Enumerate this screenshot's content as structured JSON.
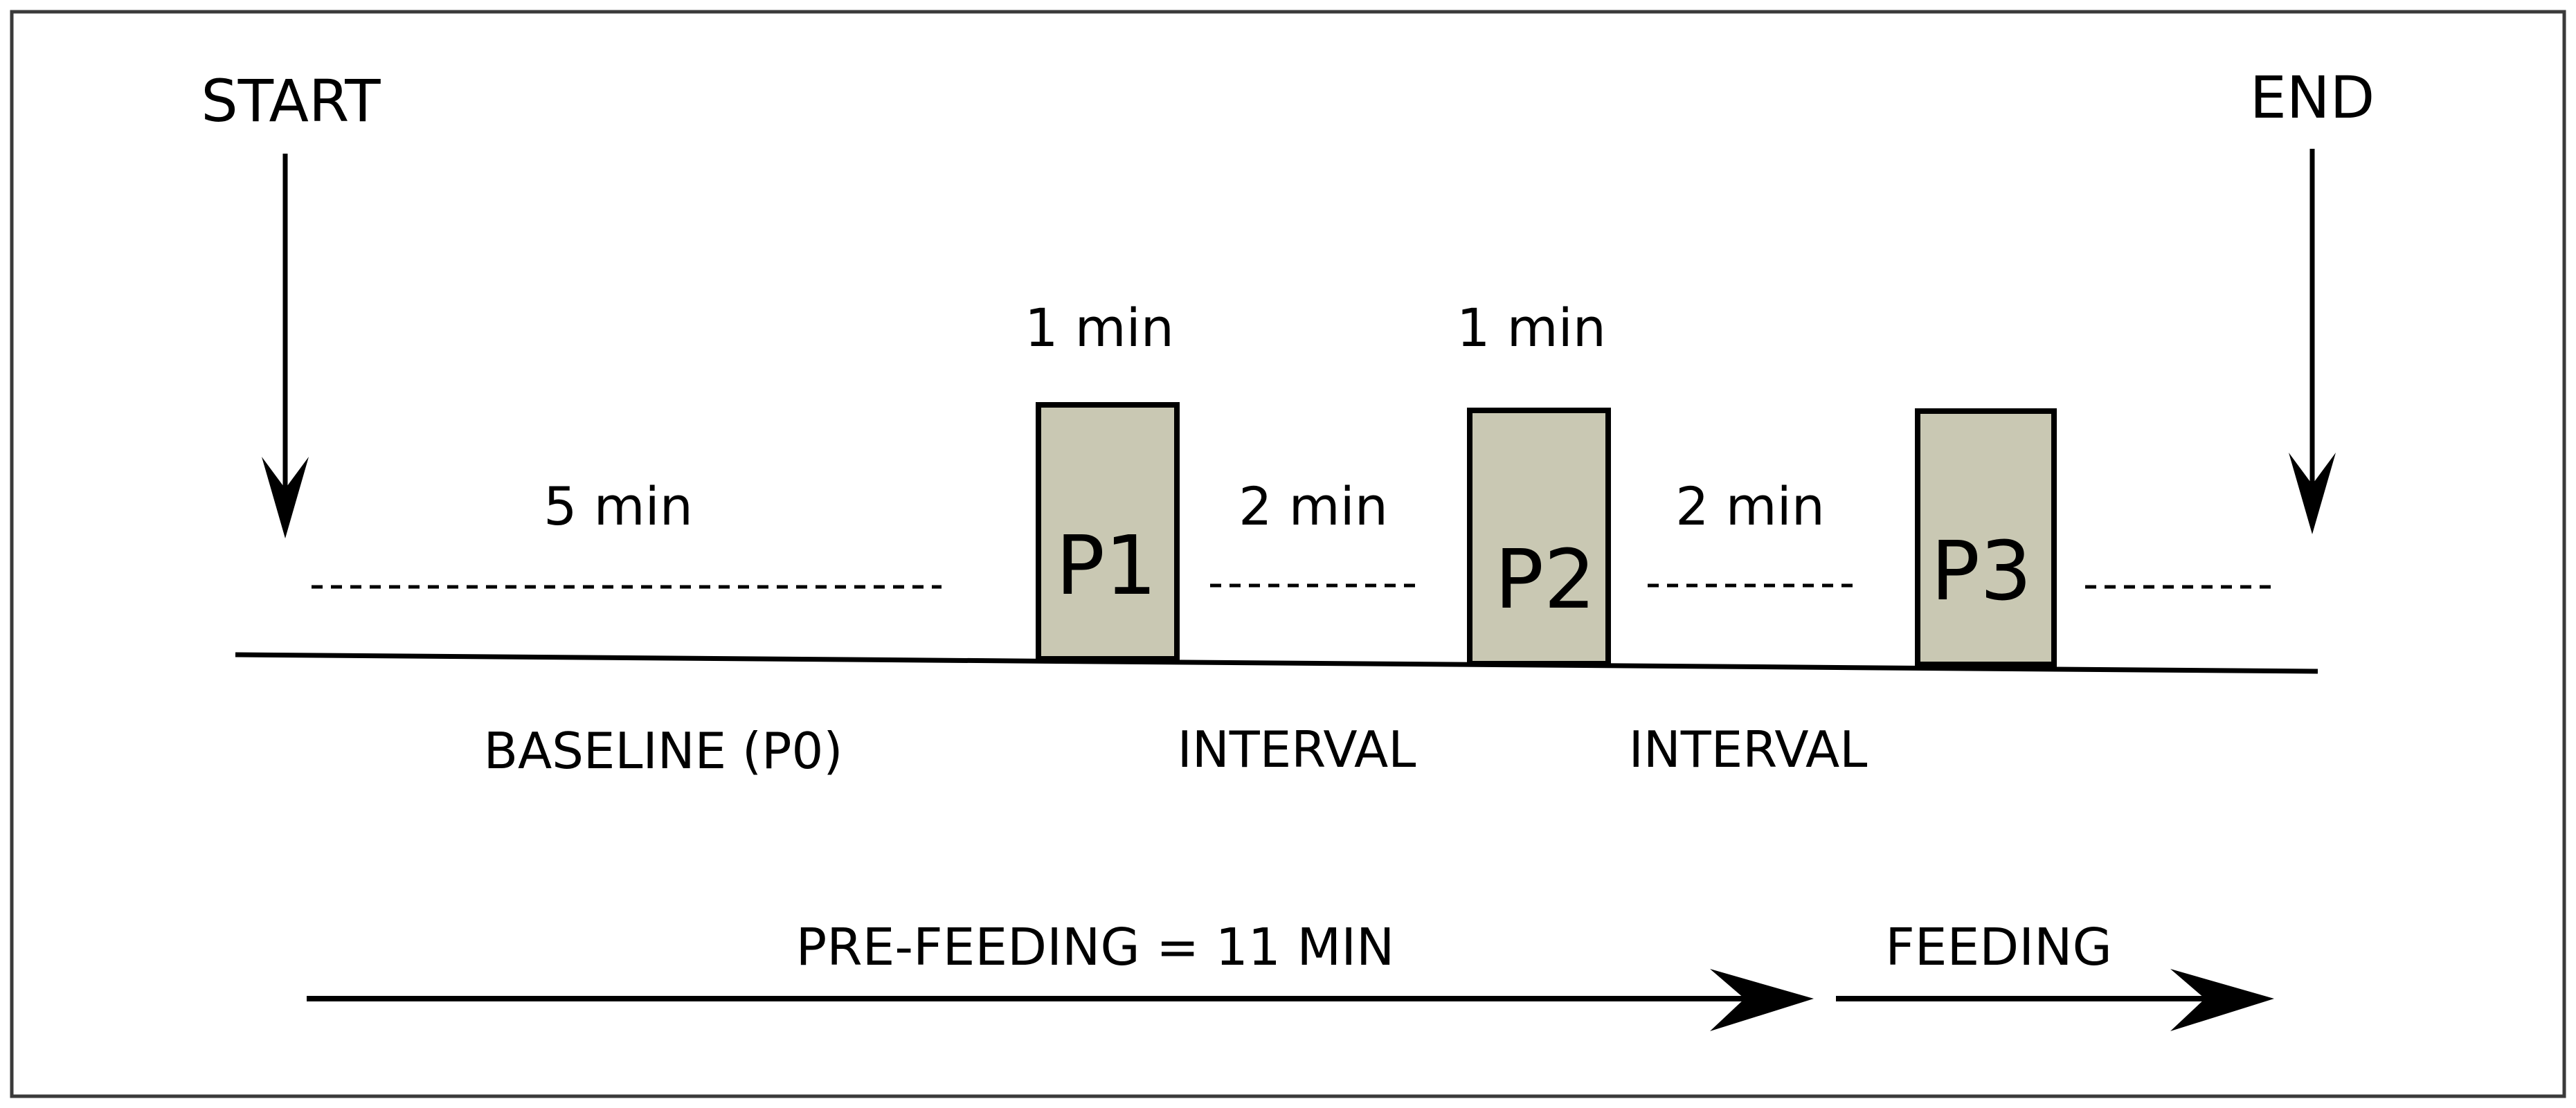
{
  "diagram": {
    "start_label": "START",
    "end_label": "END",
    "baseline_duration": "5 min",
    "baseline_label": "BASELINE (P0)",
    "phases": [
      {
        "name": "P1",
        "duration": "1 min"
      },
      {
        "name": "P2",
        "duration": "1 min"
      },
      {
        "name": "P3"
      }
    ],
    "intervals": [
      {
        "duration": "2 min",
        "label": "INTERVAL"
      },
      {
        "duration": "2 min",
        "label": "INTERVAL"
      }
    ],
    "prefeeding_label": "PRE-FEEDING = 11 MIN",
    "feeding_label": "FEEDING"
  },
  "colors": {
    "phase_box_fill": "#c9c8b3",
    "line": "#000000",
    "frame": "#3a3a3a"
  }
}
